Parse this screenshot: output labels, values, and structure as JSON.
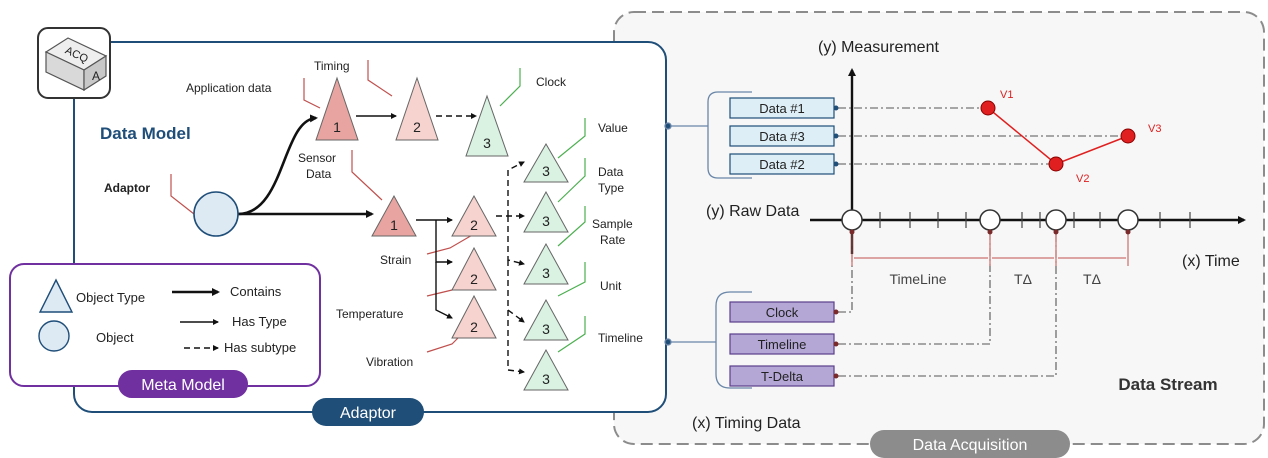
{
  "colors": {
    "frame_blue": "#1f4e79",
    "pill_blue": "#1f4e79",
    "meta_purple": "#7030a0",
    "acq_gray": "#8c8c8c",
    "tri_red": "#e8a4a0",
    "tri_pink": "#f6d3cf",
    "tri_green": "#d9f2e2",
    "raw_box": "#ddeef6",
    "timing_box": "#b4a7d6",
    "point_red": "#e02020",
    "callout_red": "#c0504d",
    "callout_green": "#4caf50"
  },
  "logo": {
    "top_text": "ACQ",
    "side_text": "A"
  },
  "data_model": {
    "title": "Data Model",
    "adaptor_label": "Adaptor",
    "app_data_label": "Application data",
    "timing_label": "Timing",
    "clock_label": "Clock",
    "sensor_label_line1": "Sensor",
    "sensor_label_line2": "Data",
    "strain_label": "Strain",
    "temperature_label": "Temperature",
    "vibration_label": "Vibration",
    "value_label": "Value",
    "data_type_line1": "Data",
    "data_type_line2": "Type",
    "sample_rate_line1": "Sample",
    "sample_rate_line2": "Rate",
    "unit_label": "Unit",
    "timeline_label": "Timeline",
    "level1": "1",
    "level2": "2",
    "level3": "3"
  },
  "meta_model": {
    "title": "Meta Model",
    "object_type": "Object Type",
    "object": "Object",
    "contains": "Contains",
    "has_type": "Has Type",
    "has_subtype": "Has subtype"
  },
  "adaptor_pill": "Adaptor",
  "acquisition": {
    "title": "Data Acquisition",
    "stream_label": "Data Stream",
    "y_axis_label": "(y) Measurement",
    "x_axis_label": "(x) Time",
    "raw_data_label": "(y) Raw Data",
    "timing_data_label": "(x) Timing Data",
    "raw_rows": [
      "Data #1",
      "Data #3",
      "Data #2"
    ],
    "timing_rows": [
      "Clock",
      "Timeline",
      "T-Delta"
    ],
    "timeline_span": "TimeLine",
    "delta1": "TΔ",
    "delta2": "TΔ",
    "points": [
      "V1",
      "V2",
      "V3"
    ]
  }
}
